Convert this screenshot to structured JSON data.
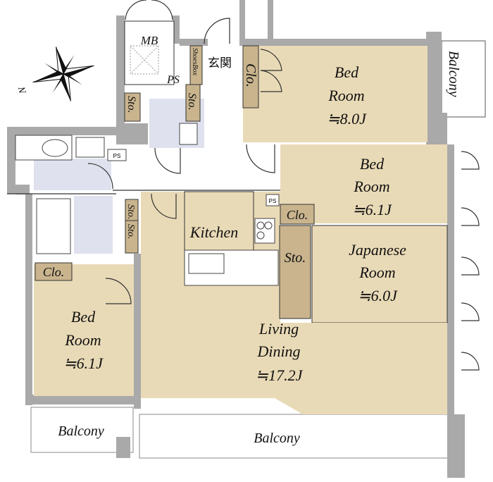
{
  "plan": {
    "compass_north": "N",
    "rooms": {
      "bed_top": {
        "line1": "Bed",
        "line2": "Room",
        "size": "≒8.0J"
      },
      "bed_right": {
        "line1": "Bed",
        "line2": "Room",
        "size": "≒6.1J"
      },
      "japanese": {
        "line1": "Japanese",
        "line2": "Room",
        "size": "≒6.0J"
      },
      "living": {
        "line1": "Living",
        "line2": "Dining",
        "size": "≒17.2J"
      },
      "bed_left": {
        "line1": "Bed",
        "line2": "Room",
        "size": "≒6.1J"
      },
      "kitchen": "Kitchen",
      "entrance": "玄関",
      "mb": "MB",
      "ps_main": "PS",
      "ps_small_1": "PS",
      "ps_small_2": "PS",
      "shoes_box": "ShoesBox"
    },
    "storage": {
      "clo_top": "Clo.",
      "clo_right": "Clo.",
      "clo_left": "Clo.",
      "sto_entry": "Sto.",
      "sto_toilet": "Sto.",
      "sto_right": "Sto.",
      "sto_hall_1": "Sto.",
      "sto_hall_2": "Sto."
    },
    "balconies": {
      "top_right": "Balcony",
      "bottom_left": "Balcony",
      "bottom_main": "Balcony"
    }
  }
}
